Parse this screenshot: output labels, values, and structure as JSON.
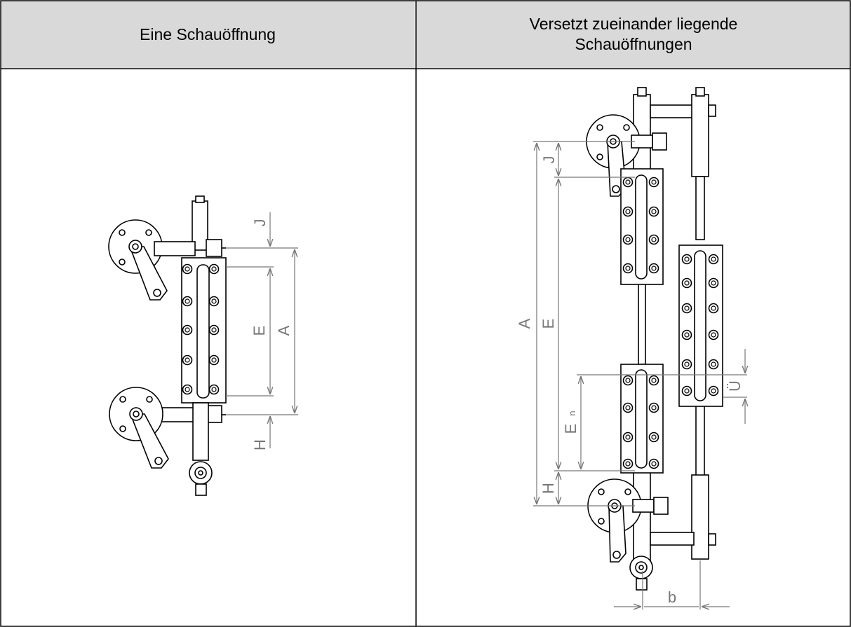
{
  "table": {
    "col1_header": "Eine Schauöffnung",
    "col2_header_line1": "Versetzt zueinander liegende",
    "col2_header_line2": "Schauöffnungen"
  },
  "left_drawing": {
    "dimensions": {
      "j": "J",
      "e": "E",
      "a": "A",
      "h": "H"
    }
  },
  "right_drawing": {
    "dimensions": {
      "j": "J",
      "a": "A",
      "e": "E",
      "en": "E",
      "en_sub": "n",
      "h": "H",
      "u": "Ü",
      "b": "b"
    }
  }
}
